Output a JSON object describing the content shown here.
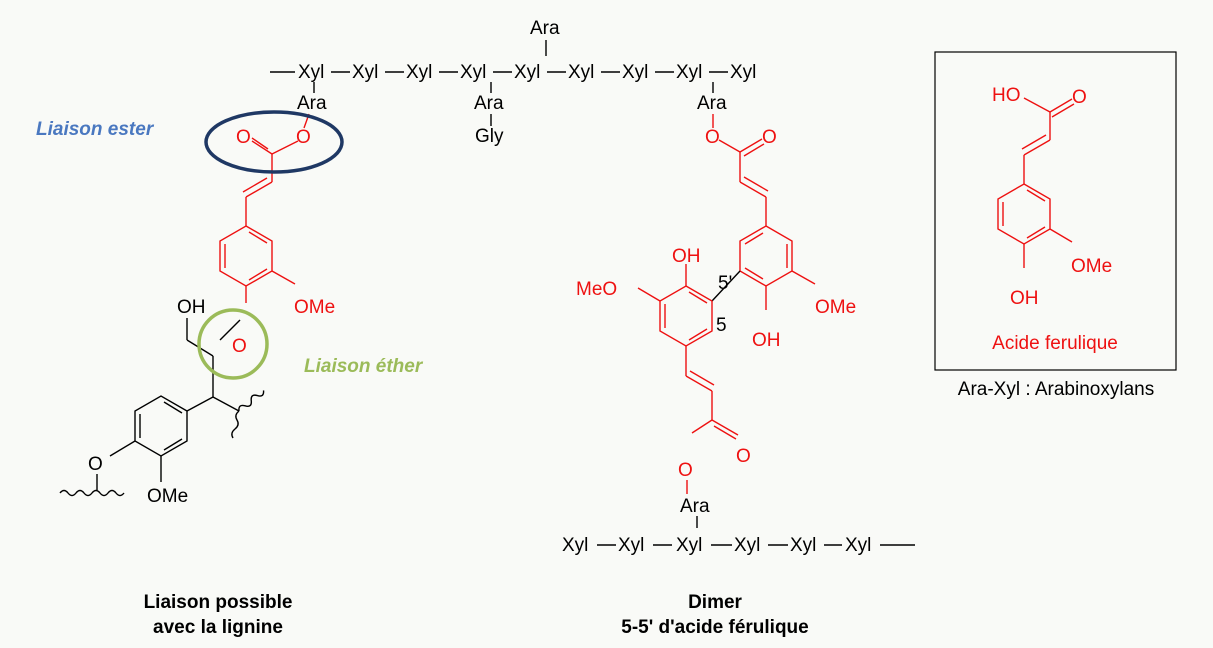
{
  "colors": {
    "background": "#f9faf7",
    "structure_black": "#000000",
    "ferulic_red": "#ee1111",
    "ester_label": "#4a78c0",
    "ester_circle": "#1f3864",
    "ether_label": "#9bbb59",
    "ether_circle": "#9bbb59"
  },
  "polymer": {
    "xyl": "Xyl",
    "ara": "Ara",
    "gly": "Gly",
    "dash": "—"
  },
  "groups": {
    "o": "O",
    "oh": "OH",
    "ho": "HO",
    "ome": "OMe",
    "meo": "MeO",
    "pos5": "5",
    "pos5p": "5'"
  },
  "labels": {
    "ester_link": "Liaison ester",
    "ether_link": "Liaison éther",
    "caption_left_line1": "Liaison possible",
    "caption_left_line2": "avec la lignine",
    "caption_mid_line1": "Dimer",
    "caption_mid_line2": "5-5' d'acide férulique",
    "inset_title": "Acide ferulique",
    "legend": "Ara-Xyl : Arabinoxylans"
  }
}
